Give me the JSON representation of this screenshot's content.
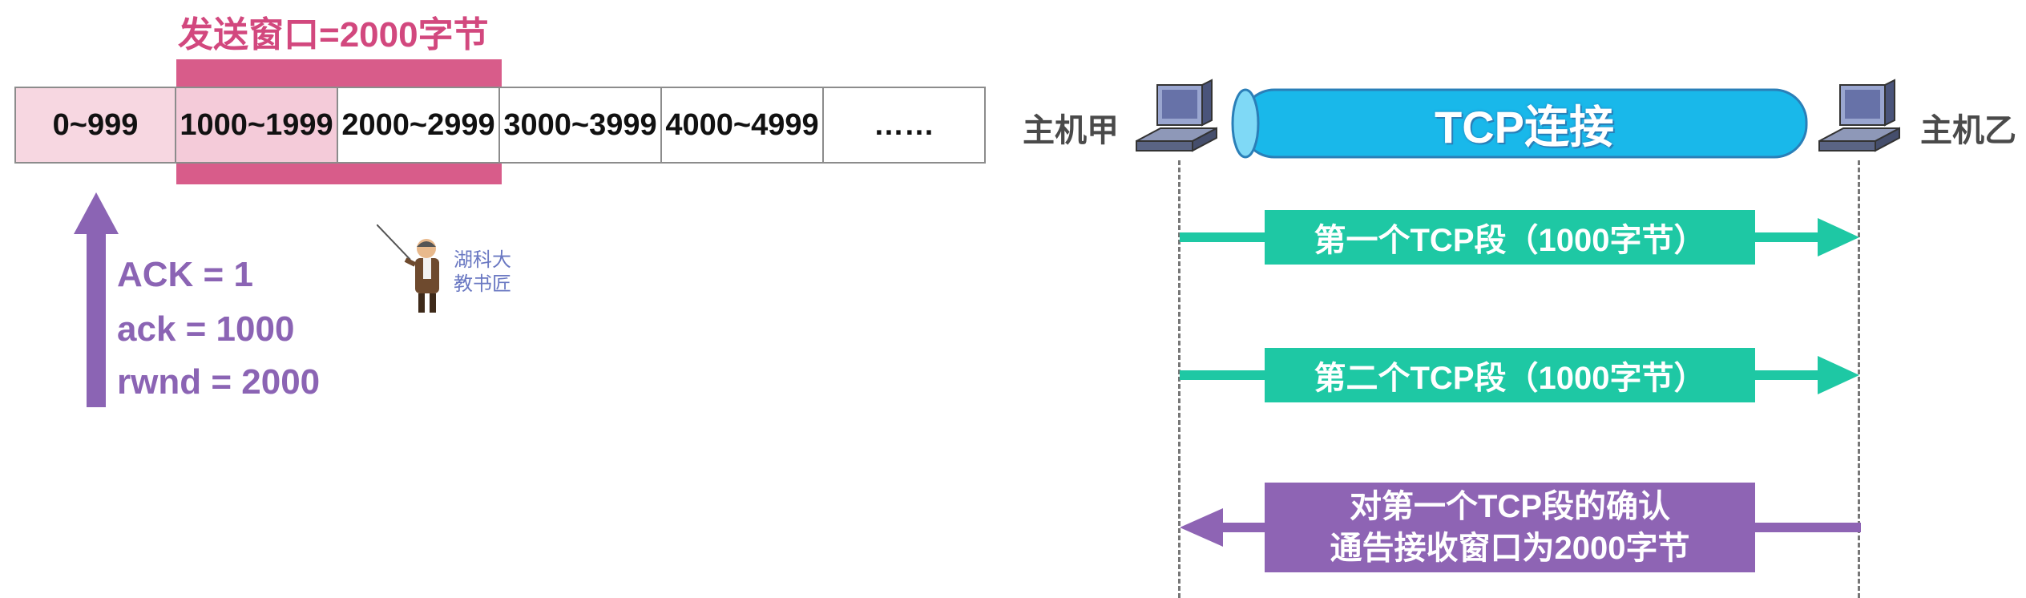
{
  "send_window": {
    "label": "发送窗口=2000字节"
  },
  "byte_ranges": [
    "0~999",
    "1000~1999",
    "2000~2999",
    "3000~3999",
    "4000~4999",
    "……"
  ],
  "ack_info": {
    "lines": [
      "ACK = 1",
      "ack = 1000",
      "rwnd = 2000"
    ]
  },
  "watermark": {
    "line1": "湖科大",
    "line2": "教书匠"
  },
  "hosts": {
    "sender": "主机甲",
    "receiver": "主机乙"
  },
  "connection": {
    "label": "TCP连接"
  },
  "segments": [
    "第一个TCP段（1000字节）",
    "第二个TCP段（1000字节）"
  ],
  "ack_message": {
    "line1": "对第一个TCP段的确认",
    "line2": "通告接收窗口为2000字节"
  },
  "colors": {
    "window": "#d85c8a",
    "ack": "#8b64b4",
    "segment": "#1ec8a4",
    "pipe": "#19b8ea"
  }
}
